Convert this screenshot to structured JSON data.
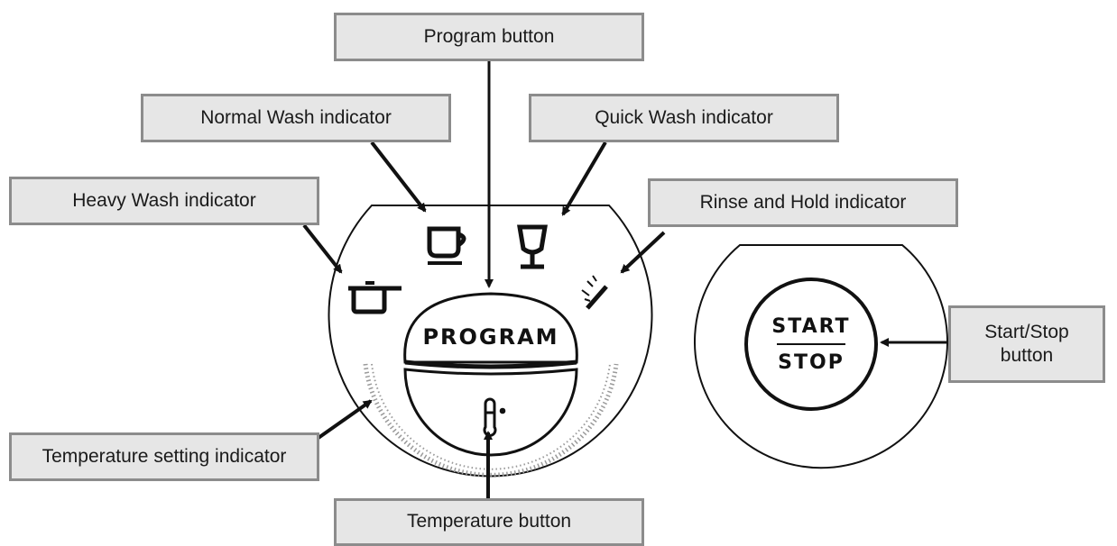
{
  "labels": {
    "program_button": "Program button",
    "normal_wash": "Normal Wash indicator",
    "quick_wash": "Quick Wash indicator",
    "heavy_wash": "Heavy Wash indicator",
    "rinse_hold": "Rinse and Hold indicator",
    "start_stop_button_line1": "Start/Stop",
    "start_stop_button_line2": "button",
    "temperature_setting": "Temperature setting indicator",
    "temperature_button": "Temperature button"
  },
  "panel": {
    "program_text": "PROGRAM",
    "start_text": "START",
    "stop_text": "STOP"
  },
  "icons": {
    "heavy_wash": "pot-icon",
    "normal_wash": "cup-and-saucer-icon",
    "quick_wash": "wine-glass-icon",
    "rinse_hold": "spray-plate-icon",
    "temperature": "thermometer-icon"
  },
  "colors": {
    "label_fill": "#e6e6e6",
    "label_border": "#8c8c8c",
    "line": "#111111"
  }
}
